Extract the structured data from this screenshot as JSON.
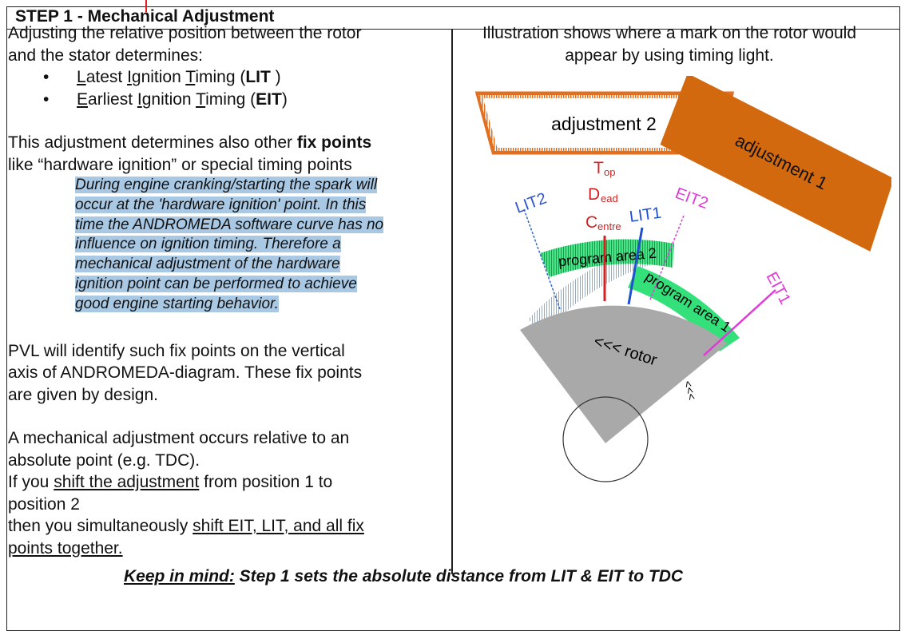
{
  "header": {
    "title": "STEP 1 - Mechanical Adjustment"
  },
  "left": {
    "intro": [
      "Adjusting the relative position between the rotor",
      "and the stator determines:"
    ],
    "bullets": [
      {
        "parts": [
          [
            "L",
            "u"
          ],
          [
            "atest ",
            ""
          ],
          [
            "I",
            "u"
          ],
          [
            "gnition ",
            ""
          ],
          [
            "T",
            "u"
          ],
          [
            "iming (",
            ""
          ],
          [
            "LIT",
            "b"
          ],
          [
            " )",
            ""
          ]
        ]
      },
      {
        "parts": [
          [
            "E",
            "u"
          ],
          [
            "arliest ",
            ""
          ],
          [
            "I",
            "u"
          ],
          [
            "gnition ",
            ""
          ],
          [
            "T",
            "u"
          ],
          [
            "iming (",
            ""
          ],
          [
            "EIT",
            "b"
          ],
          [
            ")",
            ""
          ]
        ]
      }
    ],
    "fix_a": "This adjustment determines also other ",
    "fix_b": "fix points",
    "fix_c": "like “hardware ignition” or special timing points",
    "italic_lines": [
      "During engine cranking/starting the spark will",
      "occur at the 'hardware ignition' point. In this",
      "time the ANDROMEDA software curve has no",
      "influence on ignition timing. Therefore a",
      "mechanical adjustment of the hardware",
      "ignition point can be performed to achieve",
      "good engine starting behavior."
    ],
    "pvl_lines": [
      "PVL will identify such fix points on the vertical",
      "axis of ANDROMEDA-diagram. These fix points",
      "are given by design."
    ],
    "mech1": "A mechanical adjustment occurs relative to an",
    "mech2": "absolute point (e.g. TDC).",
    "shift1a": "If you ",
    "shift1b": "shift the adjustment",
    "shift1c": " from position 1 to",
    "shift2": "position 2",
    "shift3a": "then you simultaneously ",
    "shift3b": "shift EIT, LIT, and all fix",
    "shift4": "points together."
  },
  "right": {
    "caption_lines": [
      "Illustration shows where a mark on the rotor would",
      "appear by using timing light."
    ]
  },
  "diagram": {
    "adjustment2": "adjustment 2",
    "adjustment1": "adjustment 1",
    "tdc_T": "T",
    "tdc_op": "op",
    "tdc_D": "D",
    "tdc_ead": "ead",
    "tdc_C": "C",
    "tdc_entre": "entre",
    "lit2": "LIT2",
    "lit1": "LIT1",
    "eit2": "EIT2",
    "eit1": "EIT1",
    "program_area_2": "program area 2",
    "program_area_1": "program area 1",
    "rotor": "<<< rotor",
    "rotor_arrows": "<<<",
    "colors": {
      "orange": "#d2690f",
      "green": "#33e07a",
      "red": "#d42020",
      "blue": "#2050d0",
      "magenta": "#e03ad8",
      "gray": "#a9a9a9"
    }
  },
  "footer": {
    "keep": "Keep in mind:",
    "rest": " Step 1 sets the absolute distance from LIT & EIT to TDC"
  }
}
